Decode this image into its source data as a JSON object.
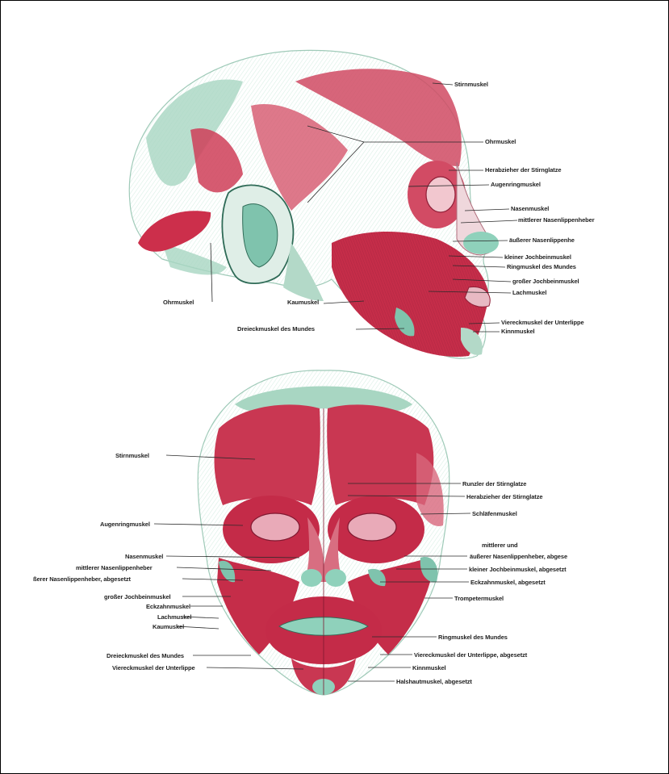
{
  "colors": {
    "muscle": "#c9344f",
    "muscle_dark": "#8f1f37",
    "cartilage": "#7fc3ad",
    "skin_sketch": "#b9ddcc",
    "leader": "#2a2a2a"
  },
  "profile": {
    "labels": {
      "stirnmuskel": "Stirnmuskel",
      "ohrmuskel_top": "Ohrmuskel",
      "herabzieher": "Herabzieher der Stirnglatze",
      "augenringmuskel": "Augenringmuskel",
      "nasenmuskel": "Nasenmuskel",
      "mittlerer_nasenlippenheber": "mittlerer Nasenlippenheber",
      "aeusserer_nasenlippenheber": "äußerer Nasenlippenhe",
      "kleiner_jochbeinmuskel": "kleiner Jochbeinmuskel",
      "ringmuskel_mundes": "Ringmuskel des Mundes",
      "grosser_jochbeinmuskel": "großer Jochbeinmuskel",
      "lachmuskel": "Lachmuskel",
      "viereckmuskel_unterlippe": "Viereckmuskel der Unterlippe",
      "kinnmuskel": "Kinnmuskel",
      "ohrmuskel_left": "Ohrmuskel",
      "kaumuskel": "Kaumuskel",
      "dreieckmuskel_mundes": "Dreieckmuskel des Mundes"
    }
  },
  "front": {
    "labels": {
      "stirnmuskel": "Stirnmuskel",
      "augenringmuskel": "Augenringmuskel",
      "nasenmuskel": "Nasenmuskel",
      "mittlerer_nasenlippenheber": "mittlerer Nasenlippenheber",
      "aeusserer_nasenlippenheber_abgesetzt": "ßerer Nasenlippenheber, abgesetzt",
      "grosser_jochbeinmuskel": "großer Jochbeinmuskel",
      "eckzahnmuskel": "Eckzahnmuskel",
      "lachmuskel": "Lachmuskel",
      "kaumuskel": "Kaumuskel",
      "dreieckmuskel_mundes": "Dreieckmuskel des Mundes",
      "viereckmuskel_unterlippe": "Viereckmuskel der Unterlippe",
      "runzler_stirnglatze": "Runzler der Stirnglatze",
      "herabzieher_stirnglatze": "Herabzieher der Stirnglatze",
      "schlaefenmuskel": "Schläfenmuskel",
      "mittlerer_und": "mittlerer und",
      "aeusserer_nasenlippenheber_abgese": "äußerer Nasenlippenheber, abgese",
      "kleiner_jochbeinmuskel_abgesetzt": "kleiner Jochbeinmuskel, abgesetzt",
      "eckzahnmuskel_abgesetzt": "Eckzahnmuskel, abgesetzt",
      "trompetermuskel": "Trompetermuskel",
      "ringmuskel_mundes": "Ringmuskel des Mundes",
      "viereckmuskel_unterlippe_abgesetzt": "Viereckmuskel der Unterlippe, abgesetzt",
      "kinnmuskel": "Kinnmuskel",
      "halshautmuskel_abgesetzt": "Halshautmuskel, abgesetzt"
    }
  }
}
